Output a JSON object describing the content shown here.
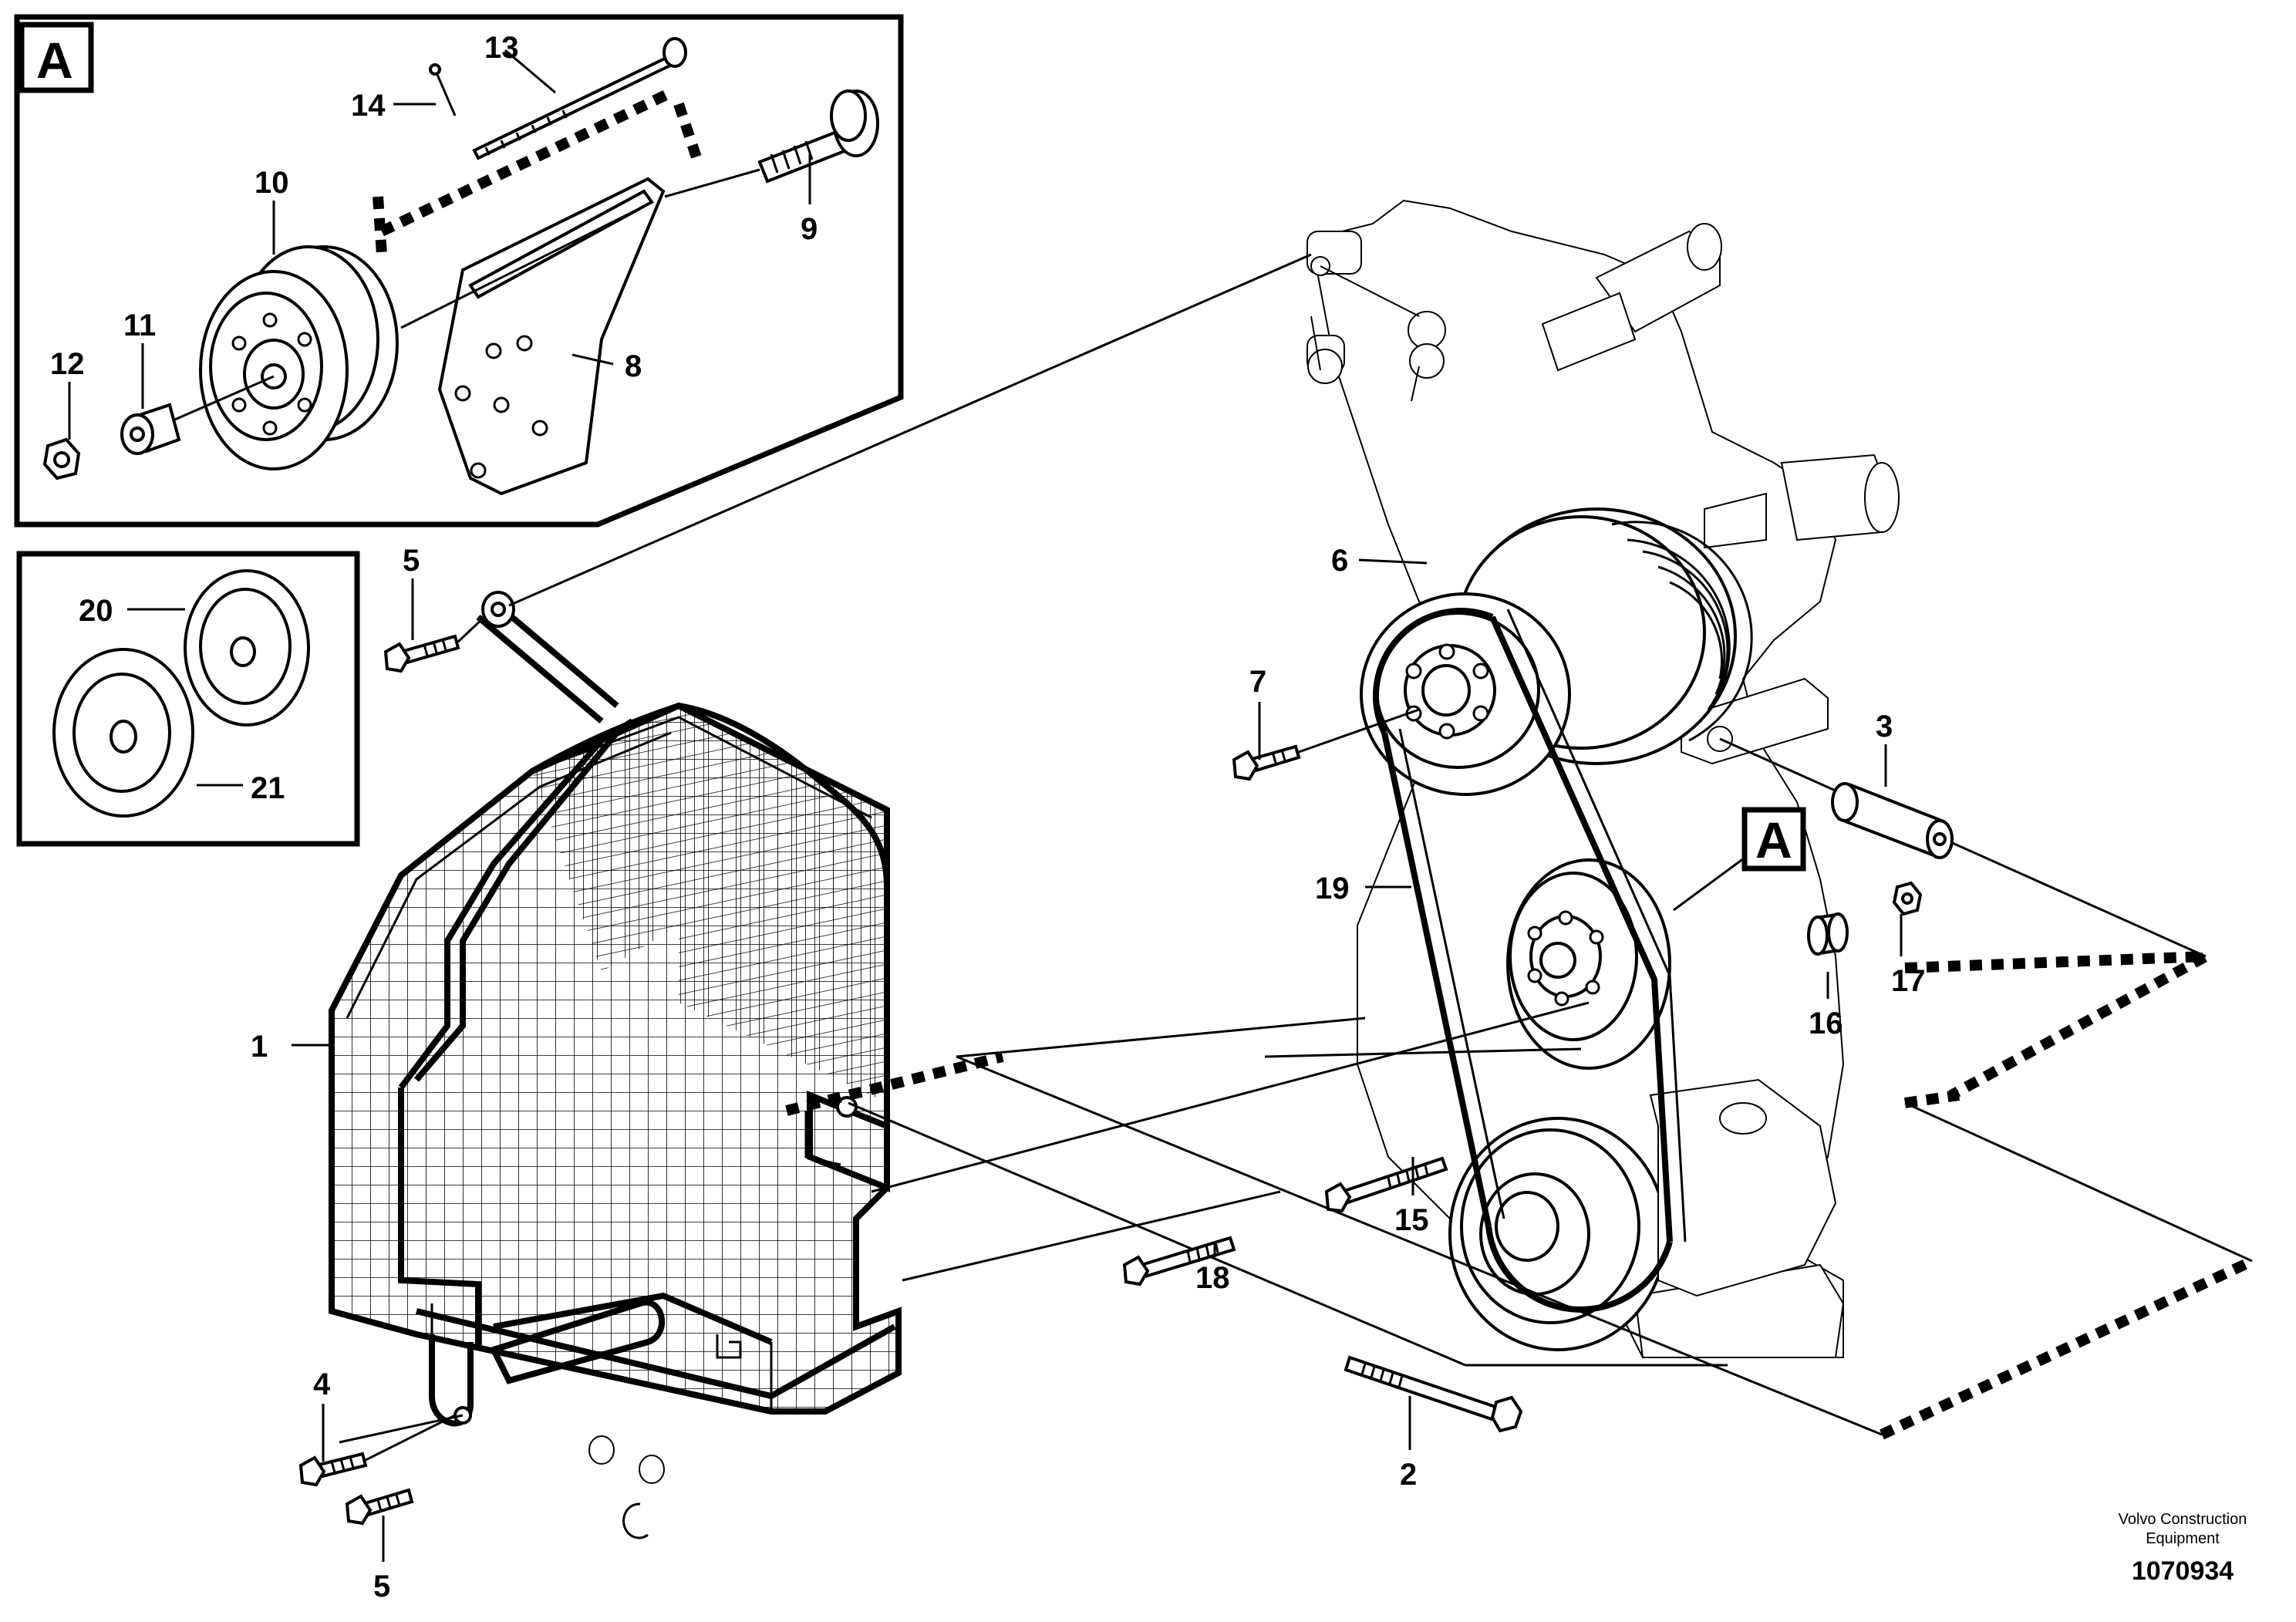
{
  "detail_label": "A",
  "callouts": {
    "c1": "1",
    "c2": "2",
    "c3": "3",
    "c4": "4",
    "c5a": "5",
    "c5b": "5",
    "c6": "6",
    "c7": "7",
    "c8": "8",
    "c9": "9",
    "c10": "10",
    "c11": "11",
    "c12": "12",
    "c13": "13",
    "c14": "14",
    "c15": "15",
    "c16": "16",
    "c17": "17",
    "c18": "18",
    "c19": "19",
    "c20": "20",
    "c21": "21"
  },
  "credit": {
    "company": "Volvo Construction Equipment",
    "drawing_number": "1070934"
  }
}
